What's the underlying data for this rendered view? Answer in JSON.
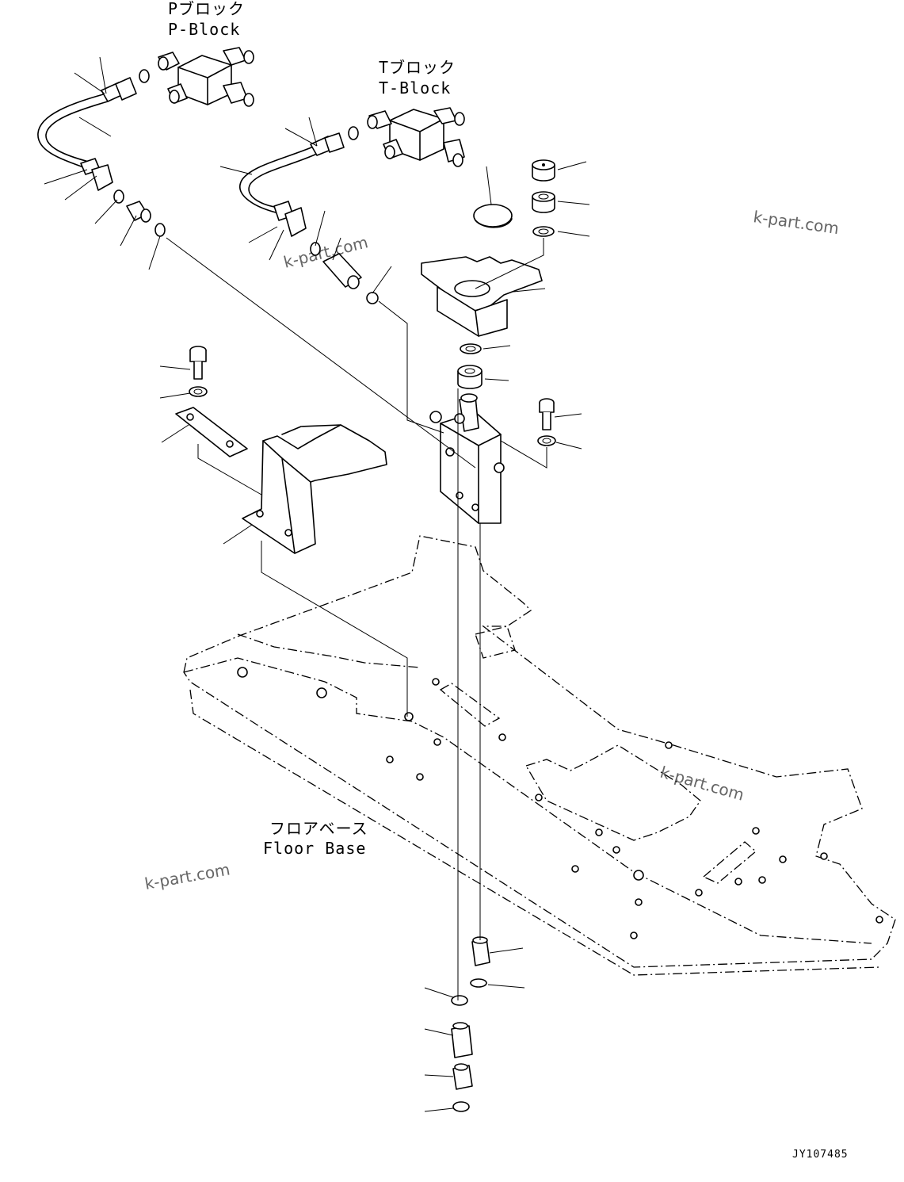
{
  "labels": {
    "p_block_jp": "Pブロック",
    "p_block_en": "P-Block",
    "t_block_jp": "Tブロック",
    "t_block_en": "T-Block",
    "floor_base_jp": "フロアベース",
    "floor_base_en": "Floor Base"
  },
  "watermarks": [
    "k-part.com",
    "k-part.com",
    "k-part.com",
    "k-part.com"
  ],
  "drawing_code": "JY107485"
}
